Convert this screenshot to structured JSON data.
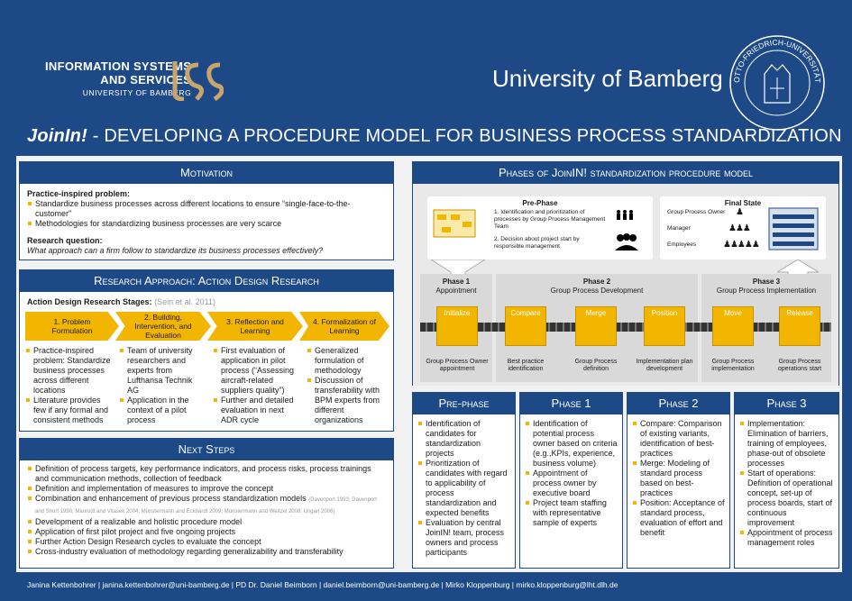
{
  "header": {
    "iss_line1": "INFORMATION SYSTEMS",
    "iss_line2": "AND SERVICES",
    "iss_line3": "UNIVERSITY OF BAMBERG",
    "university": "University of Bamberg",
    "seal_text": "OTTO-FRIEDRICH-UNIVERSITÄT BAMBERG",
    "title_italic": "JoinIn!",
    "title_rest": " - DEVELOPING A PROCEDURE MODEL FOR BUSINESS PROCESS STANDARDIZATION"
  },
  "motivation": {
    "title": "Motivation",
    "problem_label": "Practice-inspired problem:",
    "problem_items": [
      "Standardize business processes across different locations to ensure “single-face-to-the-customer”",
      "Methodologies for standardizing business processes are very scarce"
    ],
    "question_label": "Research question:",
    "question": "What approach can a firm follow to standardize its business processes effectively?"
  },
  "approach": {
    "title": "Research Approach: Action Design Research",
    "stages_label": "Action Design Research Stages:",
    "stages_cite": "(Sein et al. 2011)",
    "stages": [
      {
        "name": "1. Problem Formulation",
        "items": [
          "Practice-inspired problem: Standardize business processes across different locations",
          "Literature provides few if any formal and consistent methods"
        ]
      },
      {
        "name": "2. Building, Intervention, and Evaluation",
        "items": [
          "Team of university researchers and experts from Lufthansa Technik AG",
          "Application in the context of a pilot process"
        ]
      },
      {
        "name": "3. Reflection and Learning",
        "items": [
          "First evaluation of application in pilot process (“Assessing aircraft-related suppliers quality”)",
          "Further and detailed evaluation in next ADR cycle"
        ]
      },
      {
        "name": "4. Formalization of Learning",
        "items": [
          "Generalized formulation of methodology",
          "Discussion of transferability with BPM experts from different organizations"
        ]
      }
    ]
  },
  "next_steps": {
    "title": "Next Steps",
    "items": [
      "Definition of process targets, key performance indicators, and process risks, process trainings and communication methods, collection of feedback",
      "Definition and implementation of measures to improve the concept",
      "Combination and enhancement of previous process standardization models",
      "Development of a realizable and holistic procedure model",
      "Application of first pilot project and five ongoing projects",
      "Further Action Design Research cycles to evaluate the concept",
      "Cross-industry evaluation of methodology regarding generalizability and transferability"
    ],
    "cite": "(Davenport 1993; Davenport and Short 1990; Manrodt and Vitasek 2004; Münstermann and Eckhardt 2009; Münstermann and Weitzel 2008; Ungan 2006)"
  },
  "phases_panel": {
    "title": "Phases of JoinIN! standardization procedure model",
    "prephase_title": "Pre-Phase",
    "prephase_items": [
      "1. Identification and prioritization of processes by Group Process Management Team",
      "2. Decision about project start by responsible management"
    ],
    "final_title": "Final State",
    "final_rows": [
      "Group Process Owner",
      "Manager",
      "Employees"
    ],
    "phase1_head": "Phase 1",
    "phase1_sub": "Appointment",
    "phase2_head": "Phase 2",
    "phase2_sub": "Group Process Development",
    "phase3_head": "Phase 3",
    "phase3_sub": "Group Process Implementation",
    "steps": [
      {
        "label": "Initialize",
        "caption": "Group Process Owner appointment"
      },
      {
        "label": "Compare",
        "caption": "Best practice identification"
      },
      {
        "label": "Merge",
        "caption": "Group Process definition"
      },
      {
        "label": "Position",
        "caption": "Implementation plan development"
      },
      {
        "label": "Move",
        "caption": "Group Process implementation"
      },
      {
        "label": "Release",
        "caption": "Group Process operations start"
      }
    ]
  },
  "columns": [
    {
      "title": "Pre-phase",
      "items": [
        "Identification of candidates for standardization projects",
        "Prioritization of candidates with regard to applicability of process standardization and expected benefits",
        "Evaluation by central JoinIN! team, process owners and process participants"
      ]
    },
    {
      "title": "Phase 1",
      "items": [
        "Identification of potential process owner based on criteria (e.g.,KPIs, experience, business volume)",
        "Appointment of process owner by executive board",
        "Project team staffing with representative sample of experts"
      ]
    },
    {
      "title": "Phase 2",
      "items": [
        "Compare: Comparison of existing variants, identification of best-practices",
        "Merge: Modeling of standard process based on best-practices",
        "Position: Acceptance of standard process, evaluation of effort and benefit"
      ]
    },
    {
      "title": "Phase 3",
      "items": [
        "Implementation: Elimination of barriers, training of employees, phase-out of obsolete processes",
        "Start of operations: Definition of operational concept, set-up of process boards, start of continuous improvement",
        "Appointment of process management roles"
      ]
    }
  ],
  "footer": "Janina Kettenbohrer | janina.kettenbohrer@uni-bamberg.de | PD Dr. Daniel Beimborn | daniel.beimborn@uni-bamberg.de | Mirko Kloppenburg | mirko.kloppenburg@lht.dlh.de",
  "colors": {
    "brand_blue": "#1d4a86",
    "accent_yellow": "#f2b600"
  }
}
